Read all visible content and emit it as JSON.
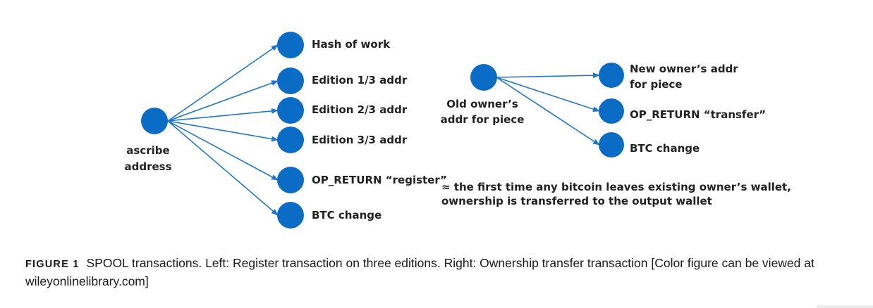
{
  "colors": {
    "node": "#0b6cc5",
    "edge": "#1f77c9",
    "text": "#222222"
  },
  "register_transaction": {
    "source_label": [
      "ascribe",
      "address"
    ],
    "outputs": [
      "Hash of work",
      "Edition 1/3 addr",
      "Edition 2/3 addr",
      "Edition 3/3 addr",
      "OP_RETURN “register”",
      "BTC change"
    ]
  },
  "transfer_transaction": {
    "source_label": [
      "Old owner’s",
      "addr for piece"
    ],
    "outputs": [
      [
        "New owner’s addr",
        "for piece"
      ],
      [
        "OP_RETURN “transfer”"
      ],
      [
        "BTC change"
      ]
    ]
  },
  "note": [
    "≈ the first time any bitcoin leaves existing owner’s wallet,",
    "ownership is transferred to the output wallet"
  ],
  "caption": {
    "label": "FIGURE 1",
    "text": "SPOOL transactions. Left: Register transaction on three editions. Right: Ownership transfer transaction [Color figure can be viewed at wileyonlinelibrary.com]"
  }
}
